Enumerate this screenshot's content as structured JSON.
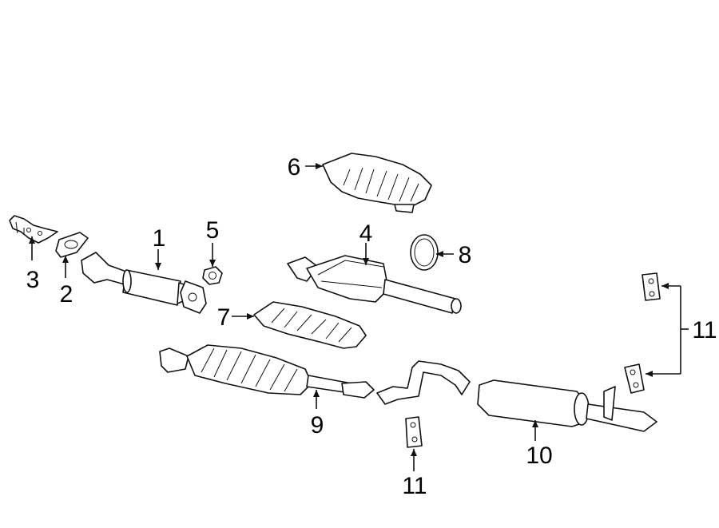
{
  "callouts": {
    "c1": "1",
    "c2": "2",
    "c3": "3",
    "c4": "4",
    "c5": "5",
    "c6": "6",
    "c7": "7",
    "c8": "8",
    "c9": "9",
    "c10": "10",
    "c11a": "11",
    "c11b": "11"
  },
  "colors": {
    "line": "#111111",
    "background": "#ffffff"
  }
}
